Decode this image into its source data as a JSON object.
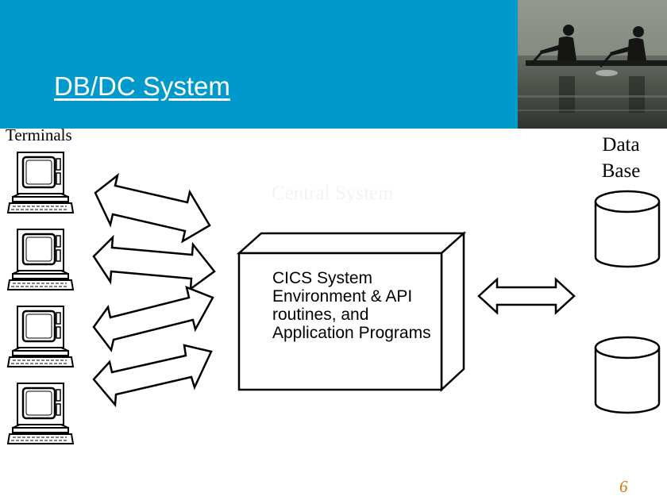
{
  "slide": {
    "title": "DB/DC System",
    "page_number": "6"
  },
  "diagram": {
    "terminals_label": "Terminals",
    "database_label": "Data Base",
    "central_label": "Central System",
    "cics_label": "CICS System Environment & API routines, and Application Programs"
  },
  "colors": {
    "header": "#0099CC",
    "page_number": "#CC7A00"
  }
}
